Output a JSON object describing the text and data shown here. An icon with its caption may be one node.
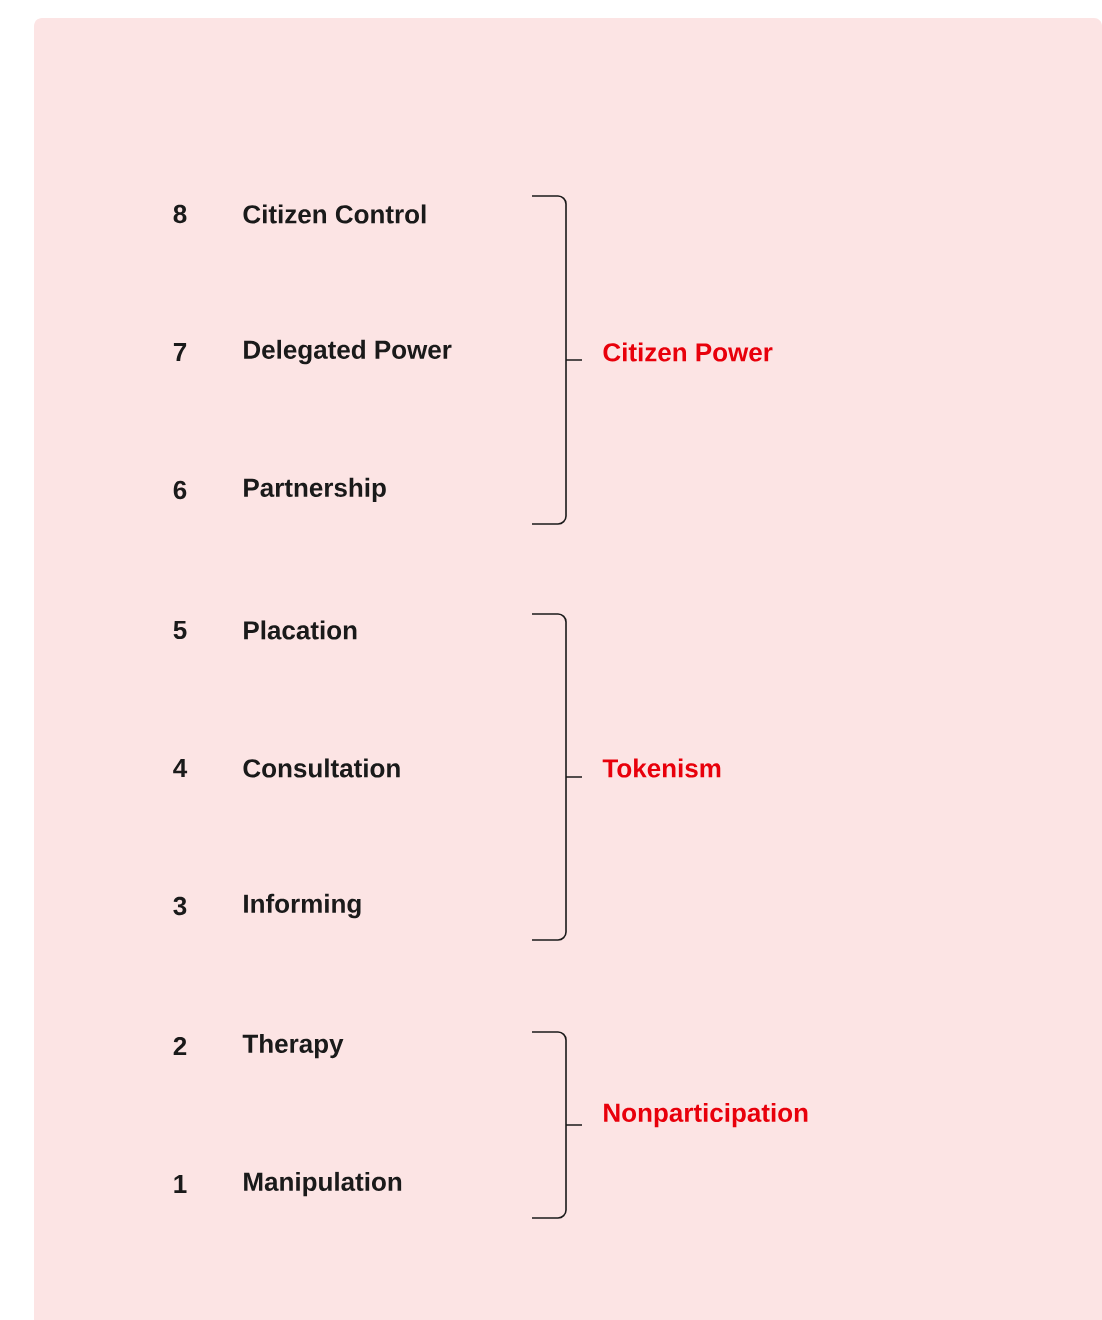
{
  "diagram": {
    "labels": [
      "8",
      "Citizen Control",
      "7",
      "Delegated Power",
      "Citizen Power",
      "6",
      "Partnership",
      "5",
      "Placation",
      "4",
      "Consultation",
      "Tokenism",
      "3",
      "Informing",
      "2",
      "Therapy",
      "Nonparticipation",
      "1",
      "Manipulation"
    ]
  }
}
